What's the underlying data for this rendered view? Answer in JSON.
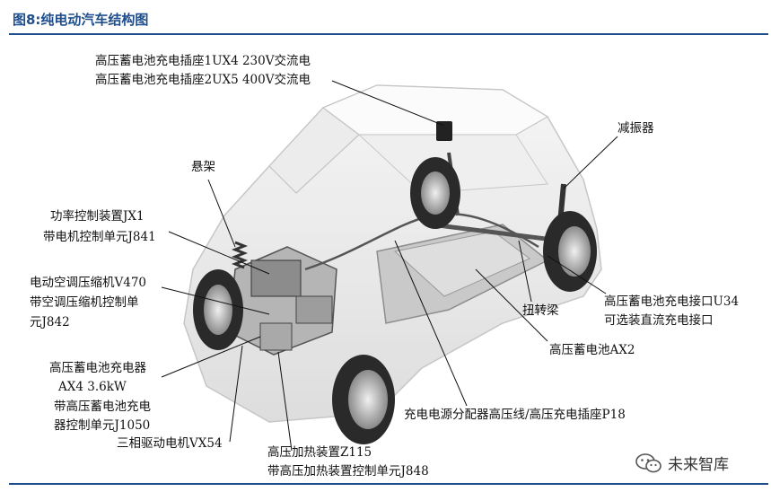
{
  "title": "图8:纯电动汽车结构图",
  "labels": {
    "socket_1": "高压蓄电池充电插座1UX4  230V交流电",
    "socket_2": "高压蓄电池充电插座2UX5  400V交流电",
    "damper": "减振器",
    "suspension": "悬架",
    "power_ctrl_1": "功率控制装置JX1",
    "power_ctrl_2": "带电机控制单元J841",
    "ac_comp_1": "电动空调压缩机V470",
    "ac_comp_2": "带空调压缩机控制单",
    "ac_comp_3": "元J842",
    "charger_1": "高压蓄电池充电器",
    "charger_2": "AX4  3.6kW",
    "charger_3": "带高压蓄电池充电",
    "charger_4": "器控制单元J1050",
    "motor": "三相驱动电机VX54",
    "heater_1": "高压加热装置Z115",
    "heater_2": "带高压加热装置控制单元J848",
    "harness": "充电电源分配器高压线/高压充电插座P18",
    "battery": "高压蓄电池AX2",
    "torsion_beam": "扭转梁",
    "dc_port_1": "高压蓄电池充电接口U34",
    "dc_port_2": "可选装直流充电接口"
  },
  "watermark": {
    "text": "未来智库",
    "icon": "wechat-icon"
  }
}
